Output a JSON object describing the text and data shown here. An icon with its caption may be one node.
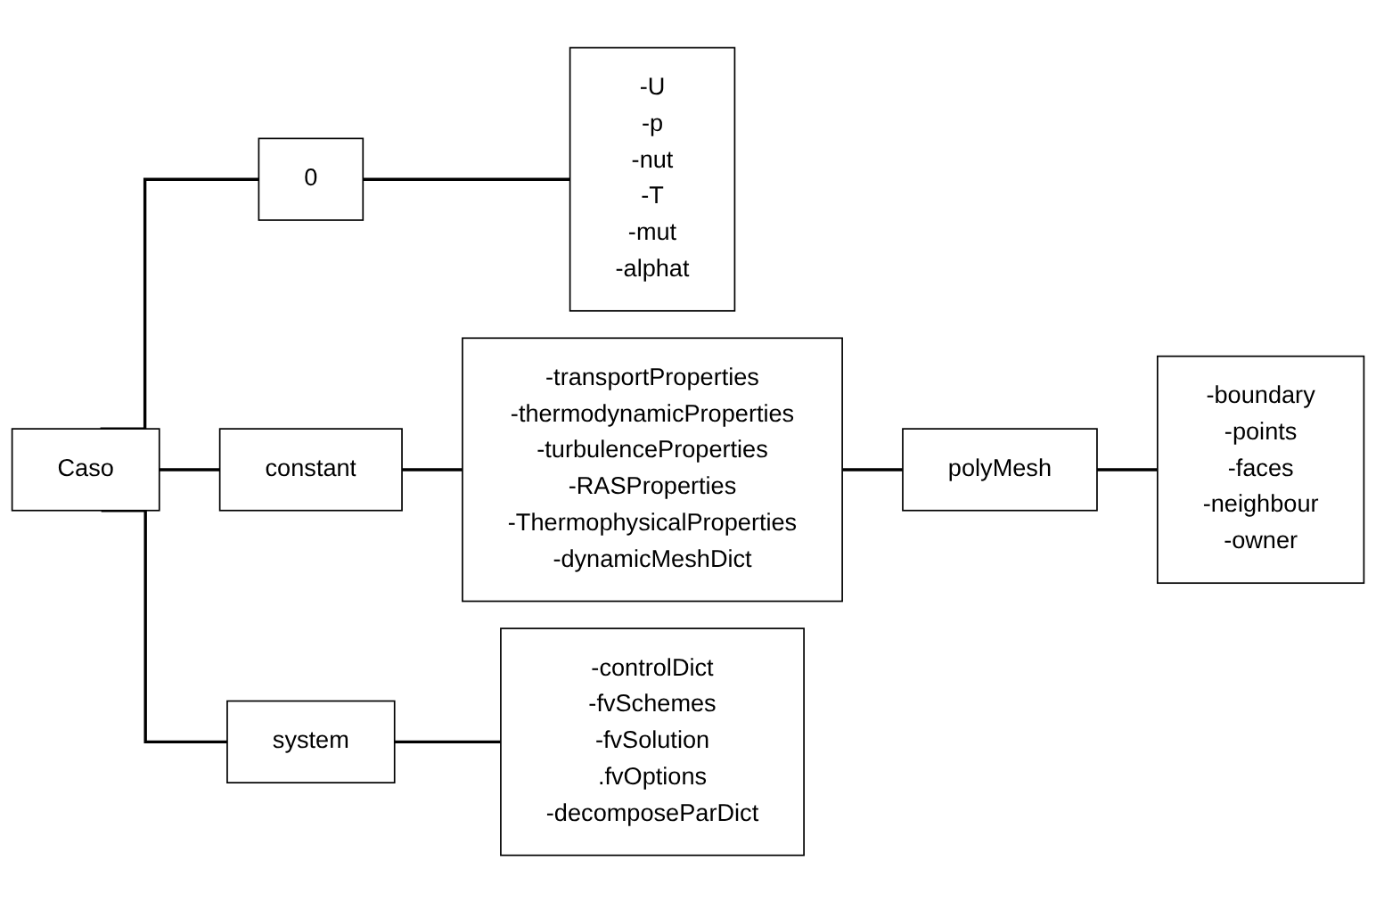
{
  "diagram": {
    "nodes": [
      {
        "text": [
          "Caso"
        ]
      },
      {
        "text": [
          "0"
        ]
      },
      {
        "text": [
          "-U",
          "-p",
          "-nut",
          "-T",
          "-mut",
          "-alphat"
        ]
      },
      {
        "text": [
          "constant"
        ]
      },
      {
        "text": [
          "-transportProperties",
          "-thermodynamicProperties",
          "-turbulenceProperties",
          "-RASProperties",
          "-ThermophysicalProperties",
          "-dynamicMeshDict"
        ]
      },
      {
        "text": [
          "polyMesh"
        ]
      },
      {
        "text": [
          "-boundary",
          "-points",
          "-faces",
          "-neighbour",
          "-owner"
        ]
      },
      {
        "text": [
          "system"
        ]
      },
      {
        "text": [
          "-controlDict",
          "-fvSchemes",
          "-fvSolution",
          ".fvOptions",
          "-decomposeParDict"
        ]
      }
    ],
    "edges": [
      {
        "from": 0,
        "to": 1,
        "arrow": "none"
      },
      {
        "from": 1,
        "to": 2,
        "arrow": "none"
      },
      {
        "from": 0,
        "to": 3,
        "arrow": "none"
      },
      {
        "from": 3,
        "to": 4,
        "arrow": "none"
      },
      {
        "from": 4,
        "to": 5,
        "arrow": "none"
      },
      {
        "from": 5,
        "to": 6,
        "arrow": "none"
      },
      {
        "from": 0,
        "to": 7,
        "arrow": "none"
      },
      {
        "from": 7,
        "to": 8,
        "arrow": "none"
      }
    ]
  }
}
